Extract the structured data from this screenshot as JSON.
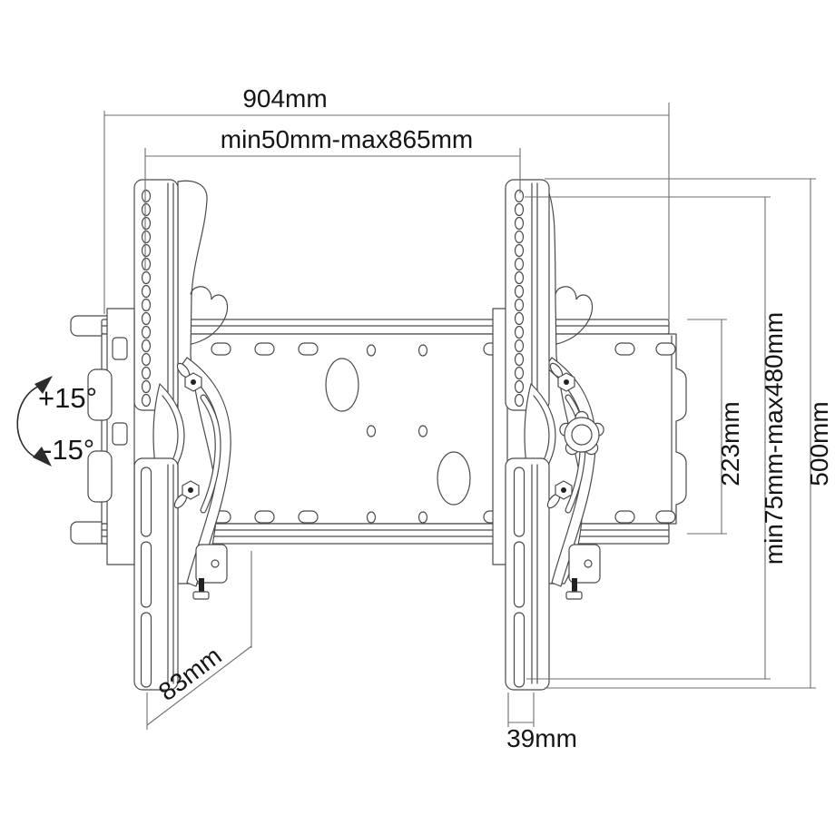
{
  "diagram": {
    "type": "technical-drawing",
    "subject": "tilting TV wall mount bracket - dimension drawing",
    "line_color": "#4a4a4a",
    "dim_line_color": "#6e6e6e",
    "text_color": "#151515",
    "background": "#ffffff"
  },
  "dimensions": {
    "plate_total_width": "904mm",
    "bracket_spacing_range": "min50mm-max865mm",
    "plate_height": "223mm",
    "vesa_vertical_range": "min75mm-max480mm",
    "bracket_total_height": "500mm",
    "bracket_depth": "83mm",
    "bracket_width": "39mm"
  },
  "tilt": {
    "up_label": "+15°",
    "down_label": "-15°"
  }
}
